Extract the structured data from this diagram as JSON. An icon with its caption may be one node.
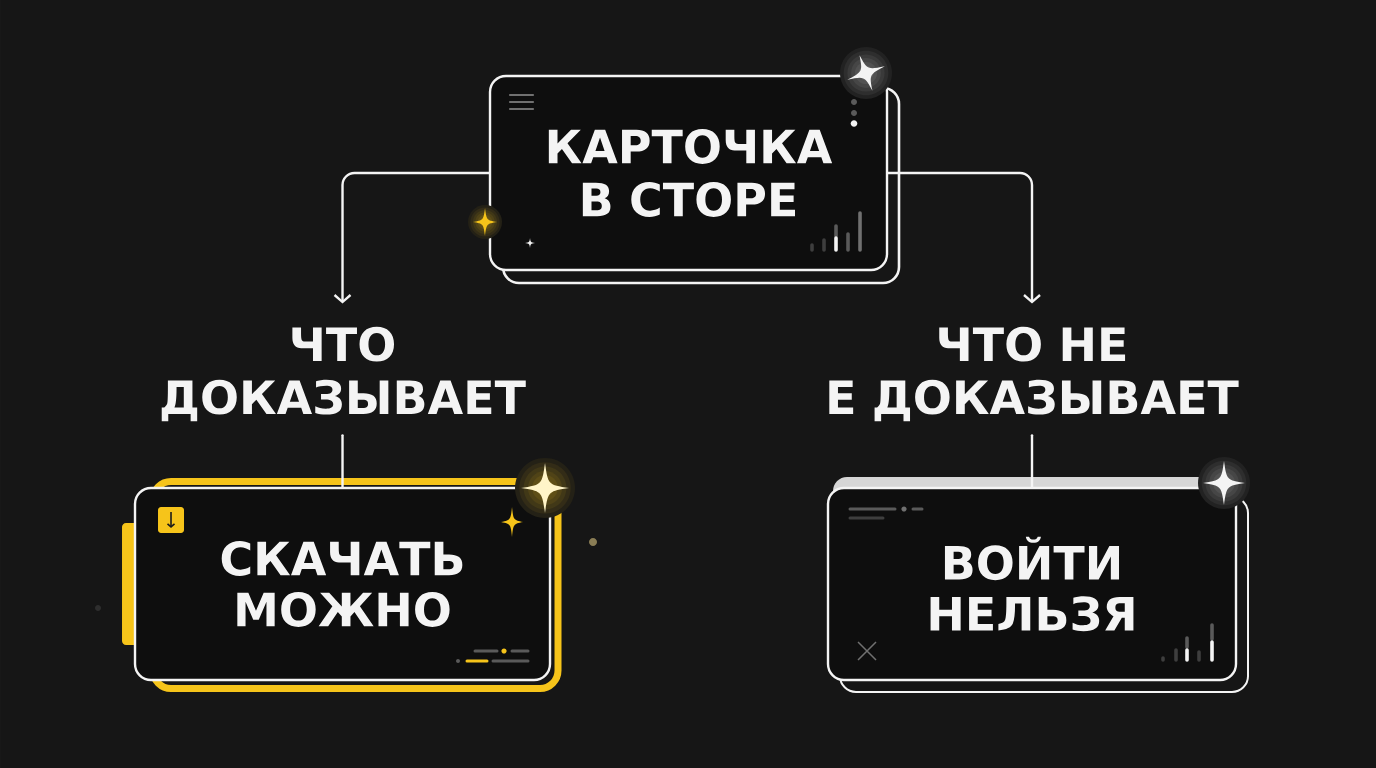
{
  "diagram": {
    "nodes": [
      {
        "text": [
          "КАРТОЧКА В СТОРЕ"
        ]
      },
      {
        "text": [
          "ЧТО ДОКАЗЫВАЕТ"
        ]
      },
      {
        "text": [
          "ЧТО НЕ Е ДОКАЗЫВАЕТ"
        ]
      },
      {
        "text": [
          "СКАЧАТЬ МОЖНО"
        ]
      },
      {
        "text": [
          "ВОЙТИ НЕЛЬЗЯ"
        ]
      }
    ],
    "edges": [
      {
        "from": 0,
        "to": 1,
        "arrow": "to"
      },
      {
        "from": 0,
        "to": 2,
        "arrow": "to"
      },
      {
        "from": 1,
        "to": 3,
        "arrow": "none"
      },
      {
        "from": 2,
        "to": 4,
        "arrow": "none"
      }
    ]
  }
}
